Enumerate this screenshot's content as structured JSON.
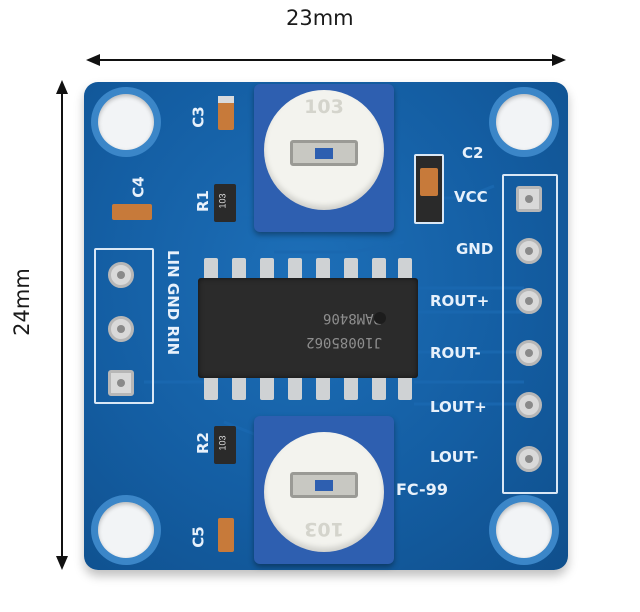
{
  "dimensions": {
    "width_label": "23mm",
    "height_label": "24mm"
  },
  "board": {
    "chip_text_line1": "PAM8406",
    "chip_text_line2": "J10085062",
    "pot_top_value": "103",
    "pot_bottom_value": "103",
    "resistor_r1_marking": "103",
    "resistor_r2_marking": "103",
    "silkscreen": {
      "c1": "C3",
      "c2": "C2",
      "c4": "C4",
      "c5": "C5",
      "r1": "R1",
      "r2": "R2",
      "vcc": "VCC",
      "gnd": "GND",
      "rout_plus": "ROUT+",
      "rout_minus": "ROUT-",
      "lout_plus": "LOUT+",
      "lout_minus": "LOUT-",
      "left_header": "LIN GND RIN",
      "model": "FC-99"
    }
  },
  "colors": {
    "pcb": "#145ea3",
    "chip": "#2b2b2b",
    "pot": "#2e5fb0"
  }
}
